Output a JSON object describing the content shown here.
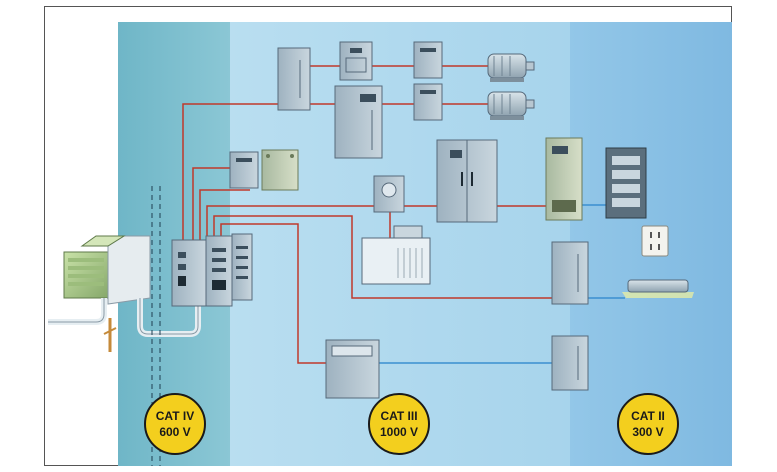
{
  "categories": [
    {
      "label_line1": "CAT IV",
      "label_line2": "600 V"
    },
    {
      "label_line1": "CAT III",
      "label_line2": "1000 V"
    },
    {
      "label_line1": "CAT II",
      "label_line2": "300 V"
    }
  ],
  "colors": {
    "zone_cat_iv": "#7ec0cf",
    "zone_cat_iii": "#b6dcee",
    "zone_cat_ii": "#8ec4e6",
    "badge_fill": "#f3cf1e",
    "wire_red": "#c0392b",
    "wire_blue": "#3a8fd0"
  }
}
